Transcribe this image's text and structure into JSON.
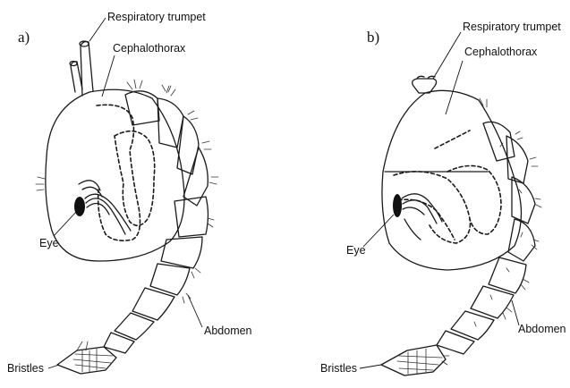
{
  "figure": {
    "panel_a": {
      "letter": "a)",
      "labels": {
        "respiratory_trumpet": "Respiratory trumpet",
        "cephalothorax": "Cephalothorax",
        "eye": "Eye",
        "abdomen": "Abdomen",
        "bristles": "Bristles"
      }
    },
    "panel_b": {
      "letter": "b)",
      "labels": {
        "respiratory_trumpet": "Respiratory trumpet",
        "cephalothorax": "Cephalothorax",
        "eye": "Eye",
        "abdomen": "Abdomen",
        "bristles": "Bristles"
      }
    }
  },
  "colors": {
    "ink": "#1a1a1a",
    "background": "#ffffff"
  }
}
